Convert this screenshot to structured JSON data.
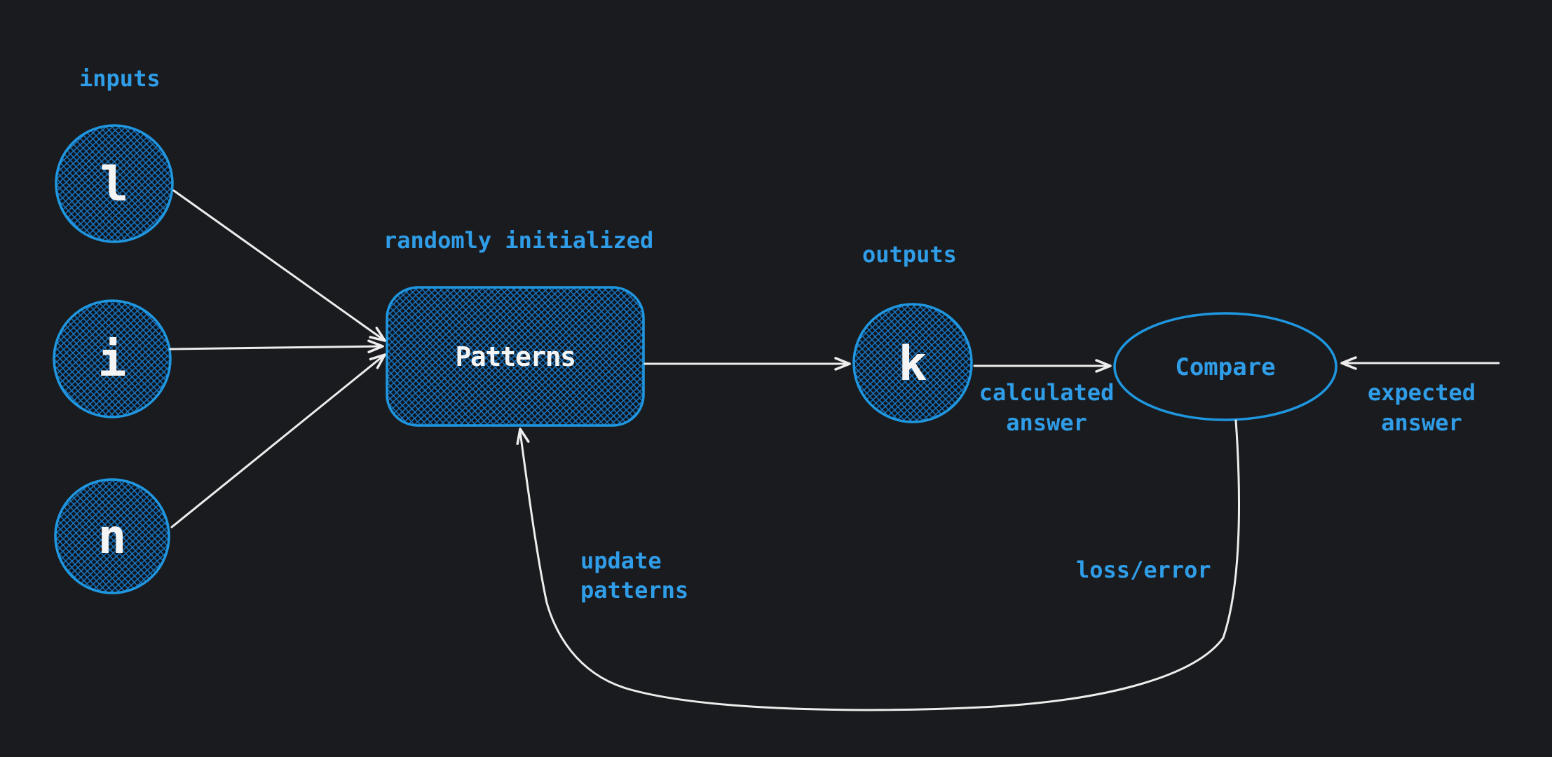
{
  "colors": {
    "background": "#1a1b1e",
    "label_blue": "#2f9de8",
    "shape_stroke_blue": "#1f97e0",
    "hatch_blue": "#1878c8",
    "node_text_white": "#f4f4f4",
    "arrow_white": "#ededed"
  },
  "labels": {
    "inputs": "inputs",
    "randomly_initialized": "randomly initialized",
    "outputs": "outputs",
    "calculated_answer": {
      "line1": "calculated",
      "line2": "answer"
    },
    "expected_answer": {
      "line1": "expected",
      "line2": "answer"
    },
    "update_patterns": {
      "line1": "update",
      "line2": "patterns"
    },
    "loss_error": "loss/error"
  },
  "nodes": {
    "input_1": "l",
    "input_2": "i",
    "input_3": "n",
    "patterns": "Patterns",
    "output": "k",
    "compare": "Compare"
  }
}
